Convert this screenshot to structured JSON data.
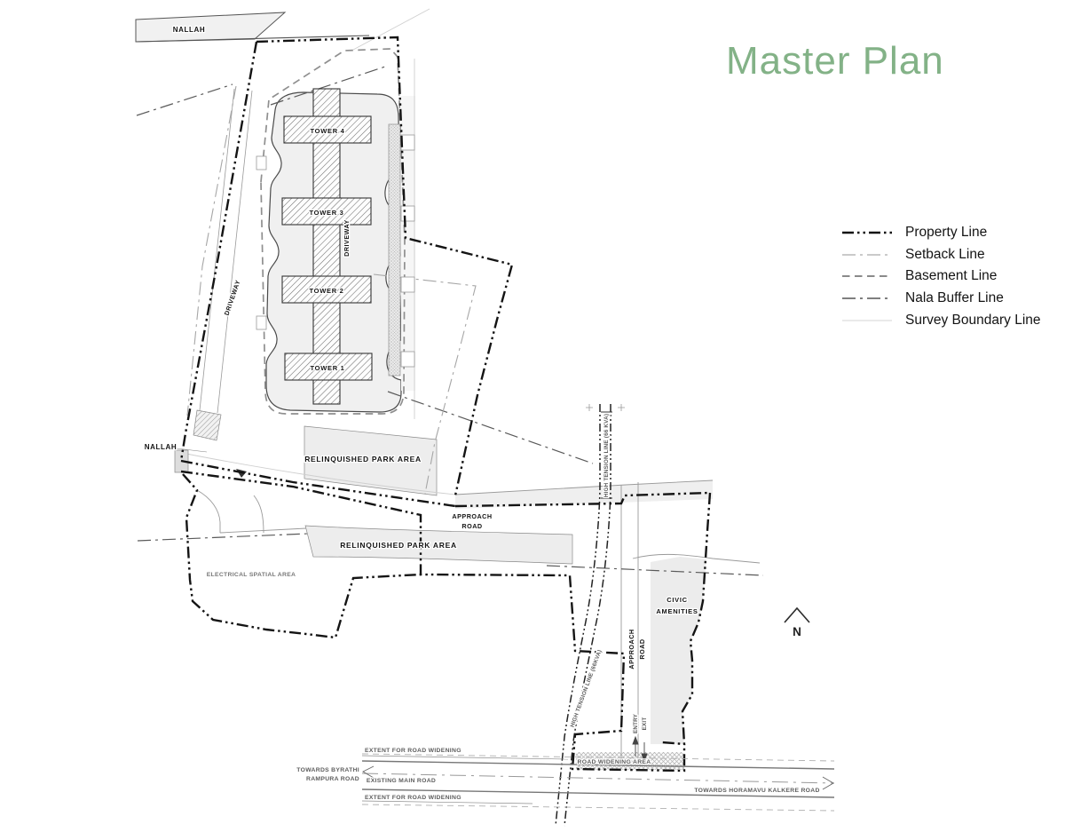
{
  "title": "Master Plan",
  "title_color": "#83b287",
  "legend": {
    "items": [
      {
        "label": "Property Line"
      },
      {
        "label": "Setback Line"
      },
      {
        "label": "Basement Line"
      },
      {
        "label": "Nala Buffer Line"
      },
      {
        "label": "Survey Boundary Line"
      }
    ]
  },
  "north": {
    "label": "N"
  },
  "plan": {
    "towers": [
      {
        "label": "TOWER 4"
      },
      {
        "label": "TOWER 3"
      },
      {
        "label": "TOWER 2"
      },
      {
        "label": "TOWER 1"
      }
    ],
    "labels": {
      "nallah_top": "NALLAH",
      "nallah_mid": "NALLAH",
      "driveway_left": "DRIVEWAY",
      "driveway_center": "DRIVEWAY",
      "park_area_upper": "RELINQUISHED PARK AREA",
      "park_area_lower": "RELINQUISHED PARK AREA",
      "approach_word": "APPROACH",
      "road_word": "ROAD",
      "electrical": "ELECTRICAL SPATIAL AREA",
      "civic_line1": "CIVIC",
      "civic_line2": "AMENITIES",
      "ht_vertical": "HIGH TENSION LINE (66 KVA)",
      "ht_diagonal": "HIGH TENSION LINE (66KVA)",
      "entry": "ENTRY",
      "exit": "EXIT",
      "extent_top": "EXTENT FOR ROAD WIDENING",
      "extent_bottom": "EXTENT FOR ROAD WIDENING",
      "road_widening_area": "ROAD WIDENING AREA",
      "existing_main_road": "EXISTING MAIN ROAD",
      "towards_left_line1": "TOWARDS BYRATHI",
      "towards_left_line2": "RAMPURA ROAD",
      "towards_right": "TOWARDS HORAMAVU KALKERE ROAD"
    }
  }
}
